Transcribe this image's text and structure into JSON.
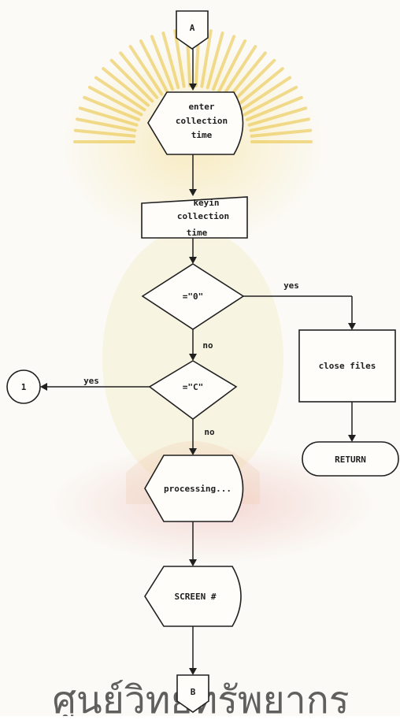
{
  "flowchart": {
    "connector_top": "A",
    "display_collection": [
      "enter",
      "collection",
      "time"
    ],
    "keyin_collection": [
      "keyin",
      "collection",
      "time"
    ],
    "decision_zero": "=\"0\"",
    "decision_c": "=\"C\"",
    "branch_yes_zero": "yes",
    "branch_no_zero": "no",
    "branch_yes_c": "yes",
    "branch_no_c": "no",
    "close_files": "close files",
    "return_label": "RETURN",
    "connector_one": "1",
    "processing": "processing...",
    "screen": "SCREEN #",
    "connector_bottom": "B"
  },
  "watermark": {
    "color": "#e9c23a",
    "bottom_text_color": "#d9d4cc"
  }
}
